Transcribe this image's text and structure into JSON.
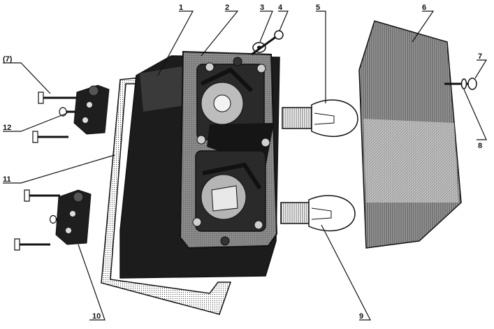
{
  "callouts": {
    "c1": "1",
    "c2": "2",
    "c3": "3",
    "c4": "4",
    "c5": "5",
    "c6": "6",
    "c7": "7",
    "c7p": "(7)",
    "c8": "8",
    "c9": "9",
    "c10": "10",
    "c11": "11",
    "c12": "12"
  },
  "colors": {
    "ink": "#111111",
    "body_dark": "#1c1c1c",
    "panel_mid": "#8a8a8a",
    "lens_mid": "#9a9a9a",
    "background": "#ffffff"
  }
}
